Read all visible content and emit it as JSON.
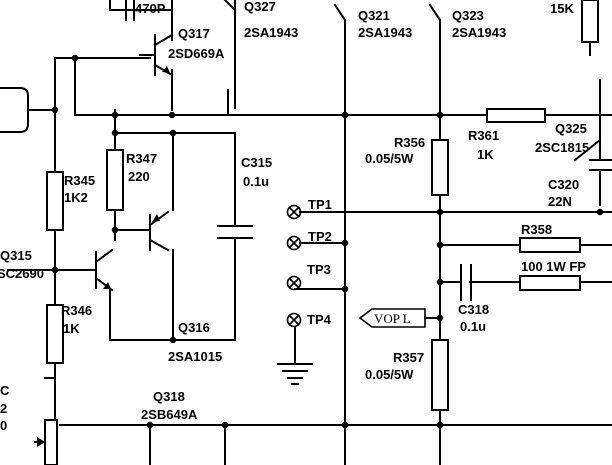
{
  "components": {
    "r_top_value": "470P",
    "q317": {
      "ref": "Q317",
      "part": "2SD669A"
    },
    "q327": {
      "ref": "Q327",
      "part": "2SA1943"
    },
    "q321": {
      "ref": "Q321",
      "part": "2SA1943"
    },
    "q323": {
      "ref": "Q323",
      "part": "2SA1943"
    },
    "r_top_right_value": "15K",
    "r356": {
      "ref": "R356",
      "value": "0.05/5W"
    },
    "r361": {
      "ref": "R361",
      "value": "1K"
    },
    "q325": {
      "ref": "Q325",
      "part": "2SC1815"
    },
    "c320": {
      "ref": "C320",
      "value": "22N"
    },
    "r345": {
      "ref": "R345",
      "value": "1K2"
    },
    "r347": {
      "ref": "R347",
      "value": "220"
    },
    "c315": {
      "ref": "C315",
      "value": "0.1u"
    },
    "q315": {
      "ref": "Q315",
      "part": "SC2690"
    },
    "q316": {
      "ref": "Q316",
      "part": "2SA1015"
    },
    "r346": {
      "ref": "R346",
      "value": "1K"
    },
    "r358": {
      "ref": "R358",
      "value": "100 1W FP"
    },
    "c318": {
      "ref": "C318",
      "value": "0.1u"
    },
    "r357": {
      "ref": "R357",
      "value": "0.05/5W"
    },
    "q318": {
      "ref": "Q318",
      "part": "2SB649A"
    },
    "left_partial": {
      "line1": "C",
      "line2": "2",
      "line3": "0"
    }
  },
  "test_points": [
    "TP1",
    "TP2",
    "TP3",
    "TP4"
  ],
  "output_tag": "VOP L"
}
